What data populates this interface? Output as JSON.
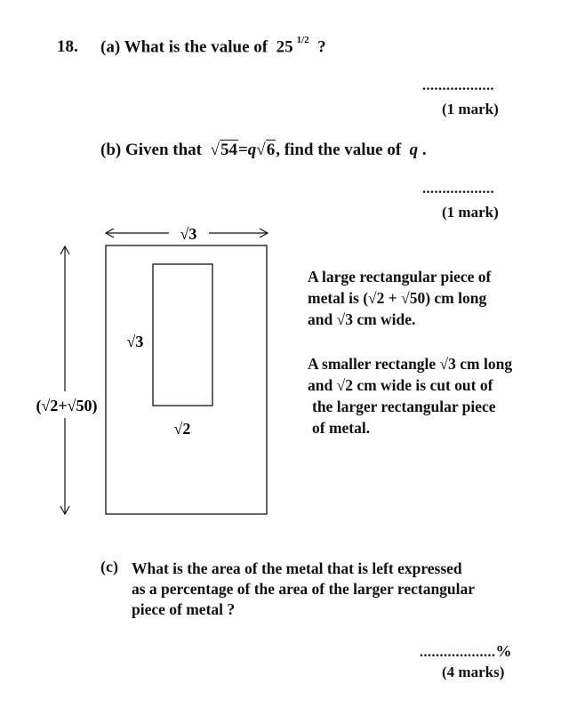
{
  "question": {
    "number": "18.",
    "part_a": {
      "label": "(a)",
      "text": "What is the value of",
      "base": "25",
      "exponent": "1/2",
      "qmark": "?",
      "answer_dots": "..................",
      "marks": "(1 mark)"
    },
    "part_b": {
      "label": "(b)",
      "text_before": "Given that",
      "lhs_radicand": "54",
      "equals": "=",
      "rhs_coeff": "q",
      "rhs_radicand": "6",
      "text_after": ", find the value of",
      "variable": "q",
      "period": ".",
      "answer_dots": "..................",
      "marks": "(1 mark)"
    },
    "diagram": {
      "width_label": "√3",
      "height_label": "(√2+√50)",
      "inner_height_label": "√3",
      "inner_width_label": "√2"
    },
    "description": {
      "p1_line1": "A large rectangular piece of",
      "p1_line2": "metal is (√2 + √50) cm long",
      "p1_line3": "and  √3 cm wide.",
      "p2_line1": "A smaller rectangle  √3 cm long",
      "p2_line2": "and  √2  cm  wide is cut out of",
      "p2_line3": "the larger rectangular piece",
      "p2_line4": "of metal."
    },
    "part_c": {
      "label": "(c)",
      "line1": "What is the area of the metal that is left expressed",
      "line2": "as a percentage of the area of the larger rectangular",
      "line3": "piece of metal ?",
      "answer_dots": "...................",
      "percent": "%",
      "marks": "(4 marks)"
    }
  }
}
